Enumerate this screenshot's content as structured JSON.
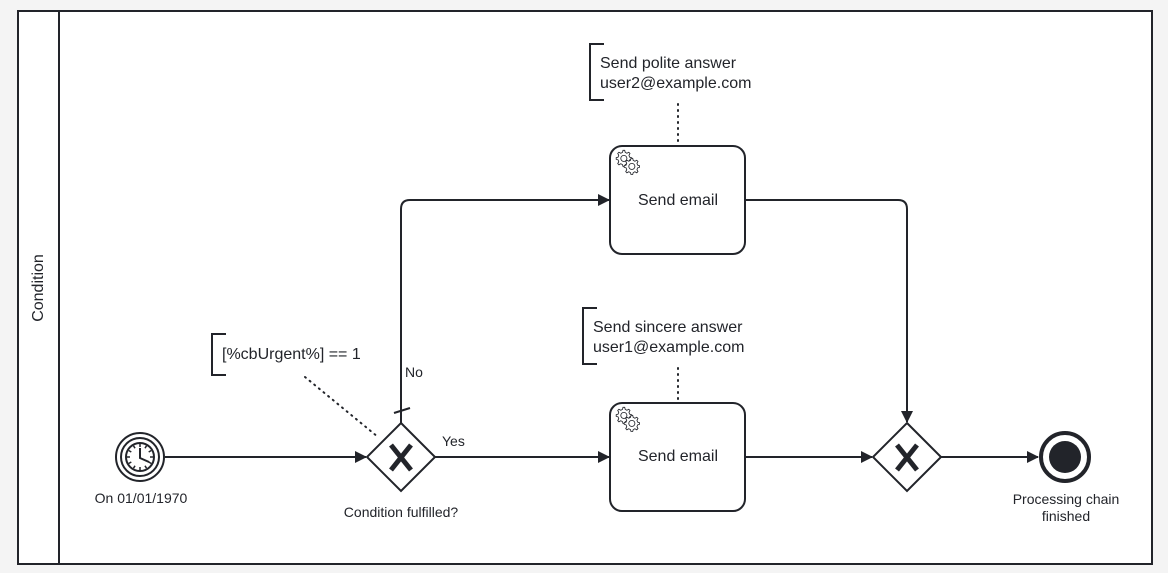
{
  "pool": {
    "lane_label": "Condition"
  },
  "colors": {
    "stroke": "#22242a",
    "fill": "#ffffff",
    "text": "#22242a"
  },
  "start_event": {
    "type": "timer",
    "icon": "clock-icon",
    "label": "On 01/01/1970"
  },
  "gateway_split": {
    "type": "exclusive",
    "icon": "x-icon",
    "label": "Condition fulfilled?"
  },
  "gateway_join": {
    "type": "exclusive",
    "icon": "x-icon"
  },
  "tasks": [
    {
      "type": "service-task",
      "icon": "gears-icon",
      "label": "Send email",
      "annotation": [
        "Send polite answer",
        "user2@example.com"
      ]
    },
    {
      "type": "service-task",
      "icon": "gears-icon",
      "label": "Send email",
      "annotation": [
        "Send sincere answer",
        "user1@example.com"
      ]
    }
  ],
  "condition_annotation": "[%cbUrgent%] == 1",
  "flows": {
    "no_label": "No",
    "yes_label": "Yes"
  },
  "end_event": {
    "type": "end",
    "label_lines": [
      "Processing chain",
      "finished"
    ]
  }
}
